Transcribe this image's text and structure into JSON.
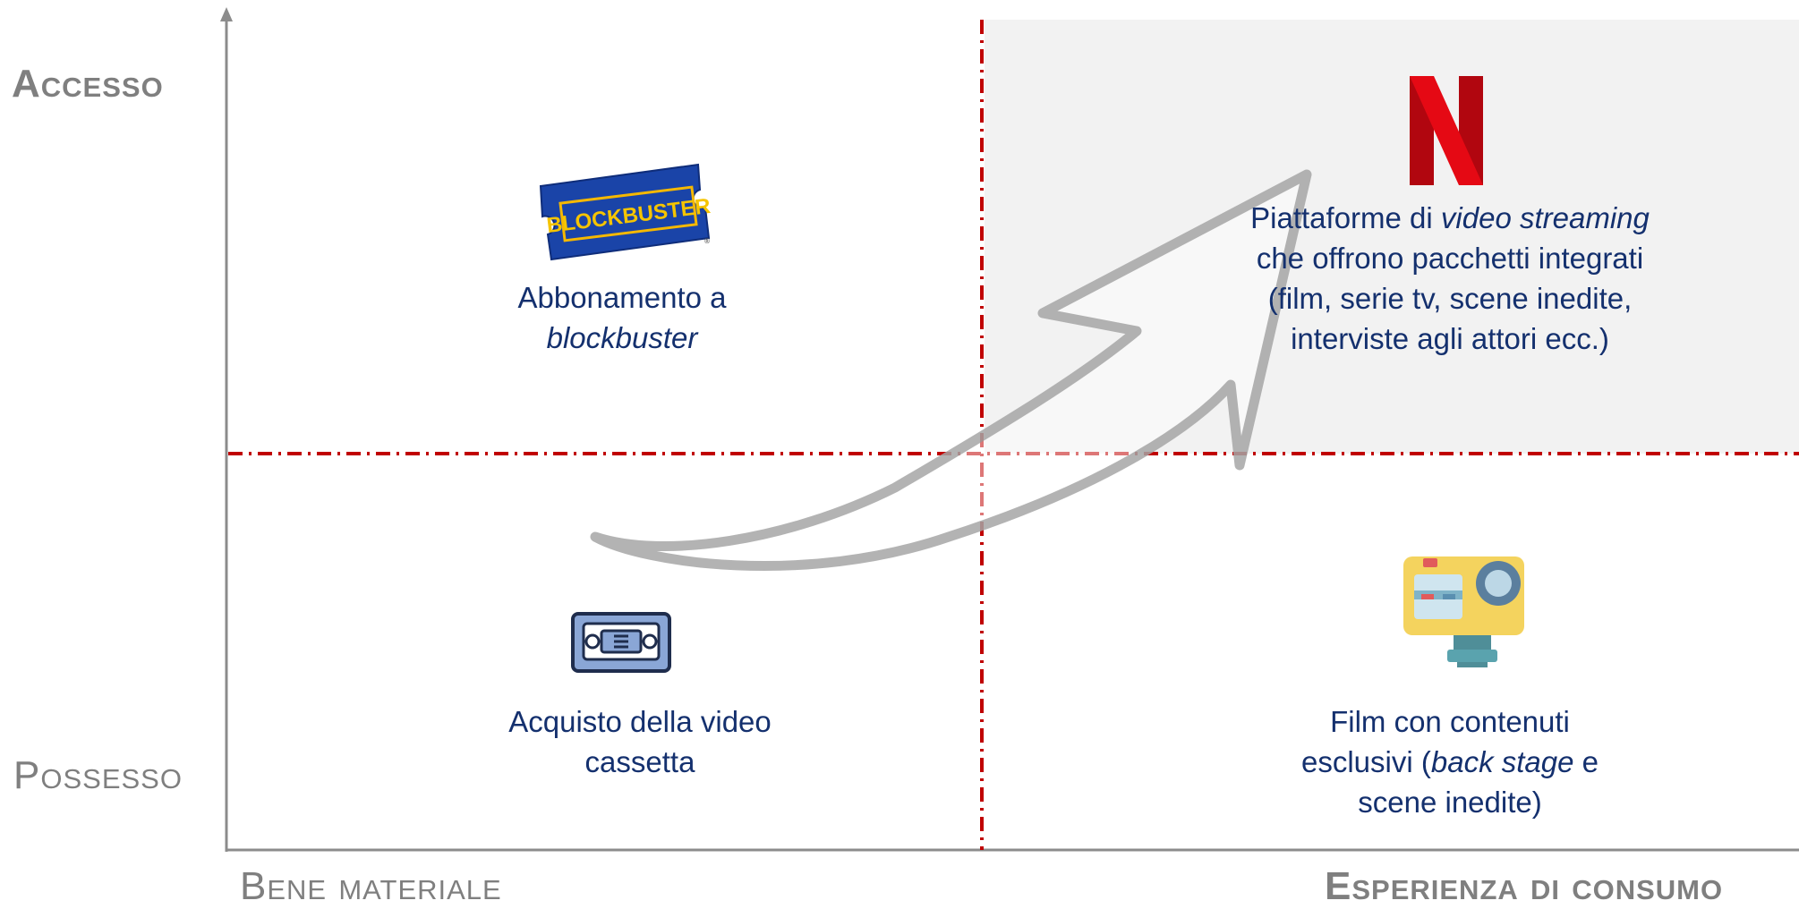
{
  "axes": {
    "y_top_label": "Accesso",
    "y_bottom_label": "Possesso",
    "x_left_label": "Bene materiale",
    "x_right_label": "Esperienza di consumo"
  },
  "quadrants": {
    "top_left": {
      "logo_text": "BLOCKBUSTER",
      "caption_line1": "Abbonamento a",
      "caption_line2_italic": "blockbuster"
    },
    "top_right": {
      "caption_line1_prefix": "Piattaforme di ",
      "caption_line1_italic": "video streaming",
      "caption_line2": "che offrono pacchetti integrati",
      "caption_line3": "(film, serie tv, scene inedite,",
      "caption_line4": "interviste agli attori ecc.)"
    },
    "bottom_left": {
      "caption_line1": "Acquisto della video",
      "caption_line2": "cassetta"
    },
    "bottom_right": {
      "caption_line1": "Film con contenuti",
      "caption_line2_prefix": "esclusivi (",
      "caption_line2_italic": "back stage",
      "caption_line2_suffix": " e",
      "caption_line3": "scene inedite)"
    }
  },
  "icons": {
    "top_left": "blockbuster-logo",
    "top_right": "netflix-logo",
    "bottom_left": "videocassette-icon",
    "bottom_right": "action-camera-icon",
    "center": "curved-arrow"
  },
  "colors": {
    "divider": "#c00000",
    "highlight": "#f2f2f2",
    "text": "#14306e",
    "axis_text": "#7f7f7f"
  }
}
